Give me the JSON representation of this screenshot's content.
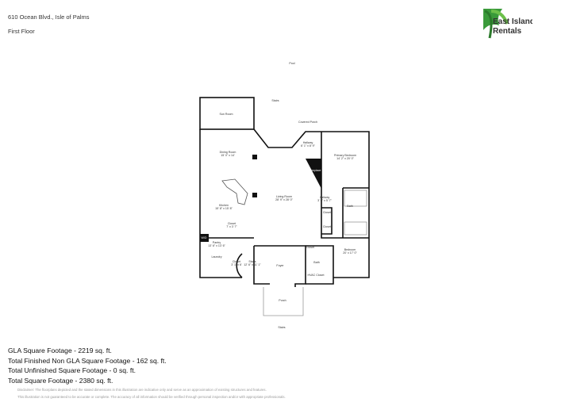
{
  "header": {
    "address": "610 Ocean Blvd., Isle of Palms",
    "floor": "First Floor"
  },
  "logo": {
    "line1": "East Islands",
    "line2": "Rentals",
    "color": "#2e8b2e"
  },
  "plan": {
    "pool": "Pool",
    "stairs_top": "Stairs",
    "covered_porch": "Covered Porch",
    "sun_room": "Sun Room",
    "dining_room": "Dining Room",
    "dining_dim": "15' 0\" x 14'",
    "living_room": "Living Room",
    "living_dim": "28' 9\" x 28' 0\"",
    "kitchen": "Kitchen",
    "kitchen_dim": "15' 8\" x 15' 8\"",
    "hallway1": "Hallway",
    "hallway1_dim": "6' 1\" x 8' 9\"",
    "primary_bedroom": "Primary Bedroom",
    "primary_dim": "14' 2\" x 20' 0\"",
    "fireplace": "Fireplace",
    "hallway2": "Hallway",
    "hallway2_dim": "3' 6\" x 5' 7\"",
    "bath1": "Bath",
    "closet1": "Closet",
    "closet2": "Closet",
    "closet3": "Closet",
    "closet3_dim": "7' x 3' 7\"",
    "wd": "W/D",
    "pantry": "Pantry",
    "pantry_dim": "13' 6\" x 13' 6\"",
    "laundry": "Laundry",
    "closet4": "Closet",
    "closet4_dim": "3' 1\" x 6'",
    "stairs_inner": "Stairs",
    "stairs_dim": "12' 6\" x 11' 1\"",
    "foyer": "Foyer",
    "closet5": "Closet",
    "bath2": "Bath",
    "hvac_closet": "HVAC Closet",
    "bedroom": "Bedroom",
    "bedroom_dim": "20' x 17' 0\"",
    "porch": "Porch",
    "stairs_bottom": "Stairs"
  },
  "footage": {
    "gla": "GLA Square Footage - 2219 sq. ft.",
    "non_gla": "Total Finished Non GLA Square Footage - 162 sq. ft.",
    "unfinished": "Total Unfinished Square Footage - 0 sq. ft.",
    "total": "Total Square Footage - 2380 sq. ft."
  },
  "disclaimer": {
    "line1": "Disclaimer: The floorplans depicted and the stated dimensions in this illustration are indicative only and serve as an approximation of existing structures and features.",
    "line2": "This illustration is not guaranteed to be accurate or complete. The accuracy of all information should be verified through personal inspection and/or with appropriate professionals."
  }
}
